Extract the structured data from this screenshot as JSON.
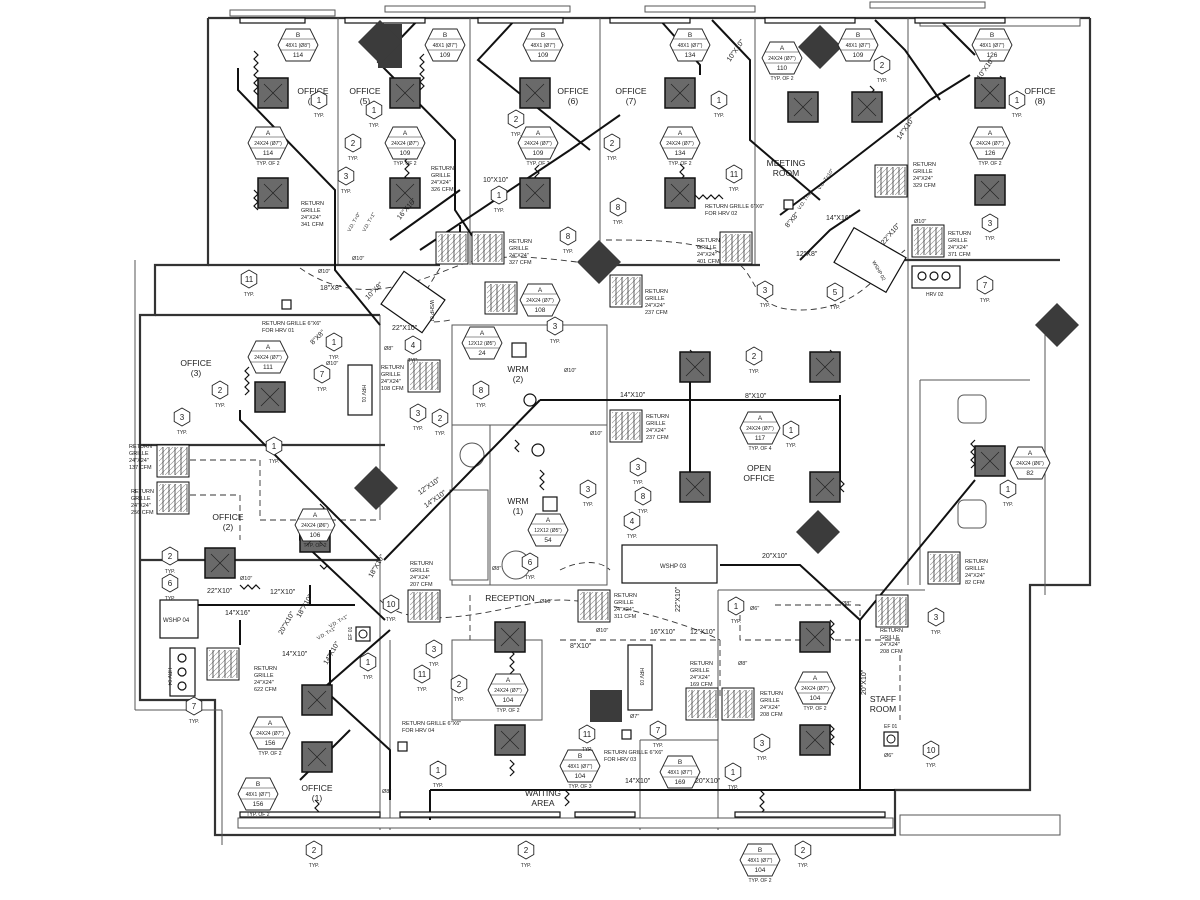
{
  "rooms": [
    {
      "id": "office-4",
      "lines": [
        "OFFICE",
        "(4)"
      ]
    },
    {
      "id": "office-5",
      "lines": [
        "OFFICE",
        "(5)"
      ]
    },
    {
      "id": "office-6",
      "lines": [
        "OFFICE",
        "(6)"
      ]
    },
    {
      "id": "office-7",
      "lines": [
        "OFFICE",
        "(7)"
      ]
    },
    {
      "id": "office-8",
      "lines": [
        "OFFICE",
        "(8)"
      ]
    },
    {
      "id": "meeting-room",
      "lines": [
        "MEETING",
        "ROOM"
      ]
    },
    {
      "id": "office-3",
      "lines": [
        "OFFICE",
        "(3)"
      ]
    },
    {
      "id": "office-2",
      "lines": [
        "OFFICE",
        "(2)"
      ]
    },
    {
      "id": "office-1",
      "lines": [
        "OFFICE",
        "(1)"
      ]
    },
    {
      "id": "open-office",
      "lines": [
        "OPEN",
        "OFFICE"
      ]
    },
    {
      "id": "wrm-2",
      "lines": [
        "WRM",
        "(2)"
      ]
    },
    {
      "id": "wrm-1",
      "lines": [
        "WRM",
        "(1)"
      ]
    },
    {
      "id": "reception",
      "lines": [
        "RECEPTION"
      ]
    },
    {
      "id": "waiting-area",
      "lines": [
        "WAITING",
        "AREA"
      ]
    },
    {
      "id": "staff-room",
      "lines": [
        "STAFF",
        "ROOM"
      ]
    }
  ],
  "diffuser_tags": [
    {
      "type": "A",
      "size": "24X24 (Ø7\")",
      "cfm": "114",
      "note": "TYP. OF 2"
    },
    {
      "type": "A",
      "size": "24X24 (Ø7\")",
      "cfm": "109",
      "note": "TYP. OF 2"
    },
    {
      "type": "A",
      "size": "24X24 (Ø7\")",
      "cfm": "109",
      "note": "TYP. OF 2"
    },
    {
      "type": "A",
      "size": "24X24 (Ø7\")",
      "cfm": "134",
      "note": "TYP. OF 2"
    },
    {
      "type": "A",
      "size": "24X24 (Ø7\")",
      "cfm": "110",
      "note": "TYP. OF 2"
    },
    {
      "type": "A",
      "size": "24X24 (Ø7\")",
      "cfm": "126",
      "note": "TYP. OF 2"
    },
    {
      "type": "A",
      "size": "24X24 (Ø7\")",
      "cfm": "108",
      "note": ""
    },
    {
      "type": "A",
      "size": "24X24 (Ø7\")",
      "cfm": "111",
      "note": ""
    },
    {
      "type": "A",
      "size": "12X12 (Ø5\")",
      "cfm": "24",
      "note": ""
    },
    {
      "type": "A",
      "size": "24X24 (Ø7\")",
      "cfm": "117",
      "note": "TYP. OF 4"
    },
    {
      "type": "A",
      "size": "12X12 (Ø5\")",
      "cfm": "54",
      "note": ""
    },
    {
      "type": "A",
      "size": "24X24 (Ø6\")",
      "cfm": "106",
      "note": "TYP. OF 2"
    },
    {
      "type": "A",
      "size": "24X24 (Ø6\")",
      "cfm": "82",
      "note": ""
    },
    {
      "type": "A",
      "size": "24X24 (Ø7\")",
      "cfm": "104",
      "note": "TYP. OF 2"
    },
    {
      "type": "A",
      "size": "24X24 (Ø7\")",
      "cfm": "104",
      "note": "TYP. OF 2"
    },
    {
      "type": "A",
      "size": "24X24 (Ø7\")",
      "cfm": "156",
      "note": "TYP. OF 2"
    }
  ],
  "linear_tags": [
    {
      "type": "B",
      "size": "48X1 (Ø8\")",
      "cfm": "114",
      "note": ""
    },
    {
      "type": "B",
      "size": "48X1 (Ø7\")",
      "cfm": "109",
      "note": ""
    },
    {
      "type": "B",
      "size": "48X1 (Ø7\")",
      "cfm": "109",
      "note": ""
    },
    {
      "type": "B",
      "size": "48X1 (Ø7\")",
      "cfm": "134",
      "note": ""
    },
    {
      "type": "B",
      "size": "48X1 (Ø7\")",
      "cfm": "109",
      "note": ""
    },
    {
      "type": "B",
      "size": "48X1 (Ø7\")",
      "cfm": "126",
      "note": ""
    },
    {
      "type": "B",
      "size": "48X1 (Ø7\")",
      "cfm": "104",
      "note": "TYP. OF 3"
    },
    {
      "type": "B",
      "size": "48X1 (Ø7\")",
      "cfm": "169",
      "note": ""
    },
    {
      "type": "B",
      "size": "48X1 (Ø7\")",
      "cfm": "104",
      "note": "TYP. OF 2"
    },
    {
      "type": "B",
      "size": "48X1 (Ø7\")",
      "cfm": "156",
      "note": "TYP. OF 2"
    }
  ],
  "return_grilles": [
    {
      "lines": [
        "RETURN",
        "GRILLE",
        "24\"X24\"",
        "341 CFM"
      ]
    },
    {
      "lines": [
        "RETURN",
        "GRILLE",
        "24\"X24\"",
        "326 CFM"
      ]
    },
    {
      "lines": [
        "RETURN",
        "GRILLE",
        "24\"X24\"",
        "327 CFM"
      ]
    },
    {
      "lines": [
        "RETURN",
        "GRILLE",
        "24\"X24\"",
        "401 CFM"
      ]
    },
    {
      "lines": [
        "RETURN",
        "GRILLE",
        "24\"X24\"",
        "329 CFM"
      ]
    },
    {
      "lines": [
        "RETURN",
        "GRILLE",
        "24\"X24\"",
        "371 CFM"
      ]
    },
    {
      "lines": [
        "RETURN",
        "GRILLE",
        "24\"X24\"",
        "237 CFM"
      ]
    },
    {
      "lines": [
        "RETURN",
        "GRILLE",
        "24\"X24\"",
        "108 CFM"
      ]
    },
    {
      "lines": [
        "RETURN",
        "GRILLE",
        "24\"X24\"",
        "237 CFM"
      ]
    },
    {
      "lines": [
        "RETURN",
        "GRILLE",
        "24\"X24\"",
        "137 CFM"
      ]
    },
    {
      "lines": [
        "RETURN",
        "GRILLE",
        "24\"X24\"",
        "256 CFM"
      ]
    },
    {
      "lines": [
        "RETURN",
        "GRILLE",
        "24\"X24\"",
        "207 CFM"
      ]
    },
    {
      "lines": [
        "RETURN",
        "GRILLE",
        "24\"X24\"",
        "311 CFM"
      ]
    },
    {
      "lines": [
        "RETURN",
        "GRILLE",
        "24\"X24\"",
        "82 CFM"
      ]
    },
    {
      "lines": [
        "RETURN",
        "GRILLE",
        "24\"X24\"",
        "208 CFM"
      ]
    },
    {
      "lines": [
        "RETURN",
        "GRILLE",
        "24\"X24\"",
        "622 CFM"
      ]
    },
    {
      "lines": [
        "RETURN",
        "GRILLE",
        "24\"X24\"",
        "169 CFM"
      ]
    },
    {
      "lines": [
        "RETURN",
        "GRILLE",
        "24\"X24\"",
        "208 CFM"
      ]
    }
  ],
  "hrv_grilles": [
    "RETURN GRILLE 6\"X6\" FOR HRV 01",
    "RETURN GRILLE 6\"X6\" FOR HRV 02",
    "RETURN GRILLE 6\"X6\" FOR HRV 03",
    "RETURN GRILLE 6\"X6\" FOR HRV 04"
  ],
  "equipment": {
    "wshp_01": "WSHP 01",
    "wshp_02": "WSHP 02",
    "wshp_03": "WSHP 03",
    "wshp_04": "WSHP 04",
    "hrv_01": "HRV 01",
    "hrv_02": "HRV 02",
    "hrv_03": "HRV 03",
    "hrv_04": "HRV 04",
    "ef_01": "EF 01",
    "ef_01b": "EF 01"
  },
  "duct_labels": [
    "10\"X10\"",
    "10\"X10\"",
    "14\"X10\"",
    "10\"X10\"",
    "16\"X16\"",
    "18\"X8\"",
    "10\"X8\"",
    "22\"X10\"",
    "8\"X8\"",
    "8\"X8\"",
    "14\"X16\"",
    "12\"X8\"",
    "22\"X10\"",
    "14\"X10\"",
    "8\"X10\"",
    "12\"X10\"",
    "14\"X10\"",
    "18\"X10\"",
    "22\"X10\"",
    "12\"X10\"",
    "14\"X16\"",
    "20\"X10\"",
    "14\"X10\"",
    "20\"X10\"",
    "16\"X10\"",
    "12\"X10\"",
    "22\"X10\"",
    "8\"X10\"",
    "20\"X10\"",
    "14\"X10\"",
    "20\"X10\"",
    "18\"X10\"",
    "14\"X10\""
  ],
  "round_labels": [
    "Ø10\"",
    "Ø10\"",
    "Ø10\"",
    "Ø8\"",
    "Ø10\"",
    "Ø10\"",
    "Ø10\"",
    "Ø10\"",
    "Ø10\"",
    "Ø8\"",
    "Ø8\"",
    "Ø7\"",
    "Ø8\"",
    "Ø6\"",
    "Ø10\"",
    "Ø8\"",
    "Ø6\""
  ],
  "damper_labels": [
    "V.D. T=0\"",
    "V.D. T=1\"",
    "V.D. T=4\"",
    "V.D. T=10\"",
    "V.D. T=1\"",
    "V.D. T=1\""
  ],
  "typ_label": "TYP.",
  "callouts": [
    {
      "n": "1"
    },
    {
      "n": "1"
    },
    {
      "n": "1"
    },
    {
      "n": "1"
    },
    {
      "n": "1"
    },
    {
      "n": "1"
    },
    {
      "n": "1"
    },
    {
      "n": "1"
    },
    {
      "n": "1"
    },
    {
      "n": "1"
    },
    {
      "n": "1"
    },
    {
      "n": "1"
    },
    {
      "n": "1"
    },
    {
      "n": "2"
    },
    {
      "n": "2"
    },
    {
      "n": "2"
    },
    {
      "n": "2"
    },
    {
      "n": "2"
    },
    {
      "n": "2"
    },
    {
      "n": "2"
    },
    {
      "n": "2"
    },
    {
      "n": "2"
    },
    {
      "n": "2"
    },
    {
      "n": "2"
    },
    {
      "n": "2"
    },
    {
      "n": "3"
    },
    {
      "n": "3"
    },
    {
      "n": "3"
    },
    {
      "n": "3"
    },
    {
      "n": "3"
    },
    {
      "n": "3"
    },
    {
      "n": "3"
    },
    {
      "n": "3"
    },
    {
      "n": "3"
    },
    {
      "n": "3"
    },
    {
      "n": "3"
    },
    {
      "n": "4"
    },
    {
      "n": "4"
    },
    {
      "n": "5"
    },
    {
      "n": "6"
    },
    {
      "n": "6"
    },
    {
      "n": "7"
    },
    {
      "n": "7"
    },
    {
      "n": "7"
    },
    {
      "n": "7"
    },
    {
      "n": "8"
    },
    {
      "n": "8"
    },
    {
      "n": "8"
    },
    {
      "n": "8"
    },
    {
      "n": "10"
    },
    {
      "n": "10"
    },
    {
      "n": "11"
    },
    {
      "n": "11"
    },
    {
      "n": "11"
    },
    {
      "n": "11"
    }
  ]
}
